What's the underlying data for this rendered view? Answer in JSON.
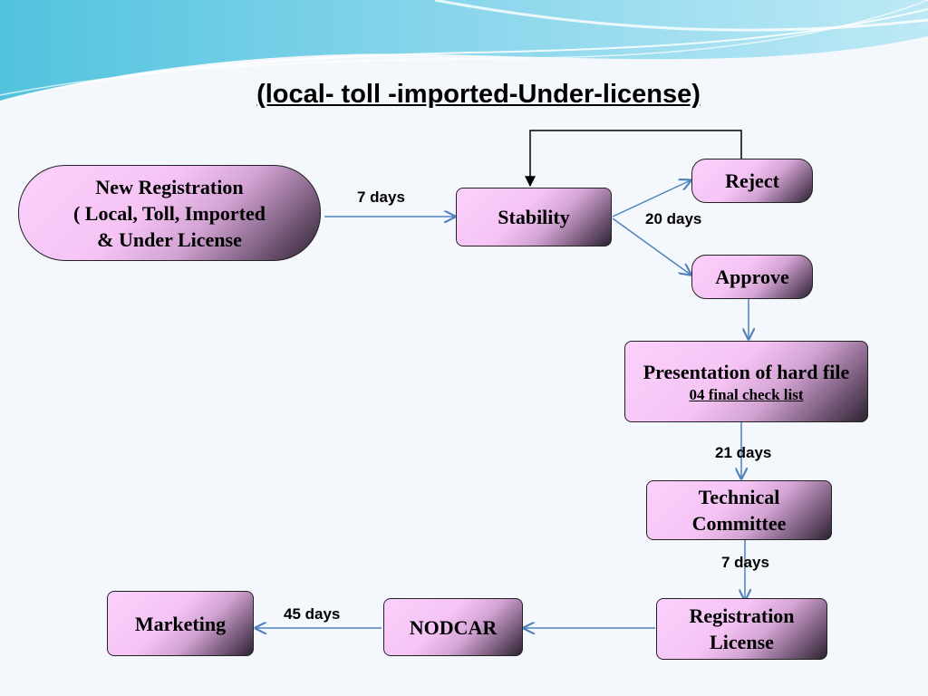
{
  "title": "(local- toll -imported-Under-license)",
  "nodes": {
    "new_registration": [
      "New Registration",
      "( Local, Toll, Imported",
      "& Under License"
    ],
    "stability": "Stability",
    "reject": "Reject",
    "approve": "Approve",
    "presentation": {
      "line": "Presentation of hard file",
      "sub": "04 final check list "
    },
    "technical_committee": [
      "Technical",
      "Committee"
    ],
    "registration_license": [
      "Registration",
      "License"
    ],
    "nodcar": "NODCAR",
    "marketing": "Marketing"
  },
  "edge_labels": {
    "to_stability": "7 days",
    "stability_decision": "20 days",
    "to_technical": "21 days",
    "to_registration": "7 days",
    "nodcar_to_marketing": "45 days"
  },
  "colors": {
    "node_fill_light": "#f5c4f5",
    "node_fill_dark": "#2c2230",
    "connector": "#4f81bd"
  }
}
